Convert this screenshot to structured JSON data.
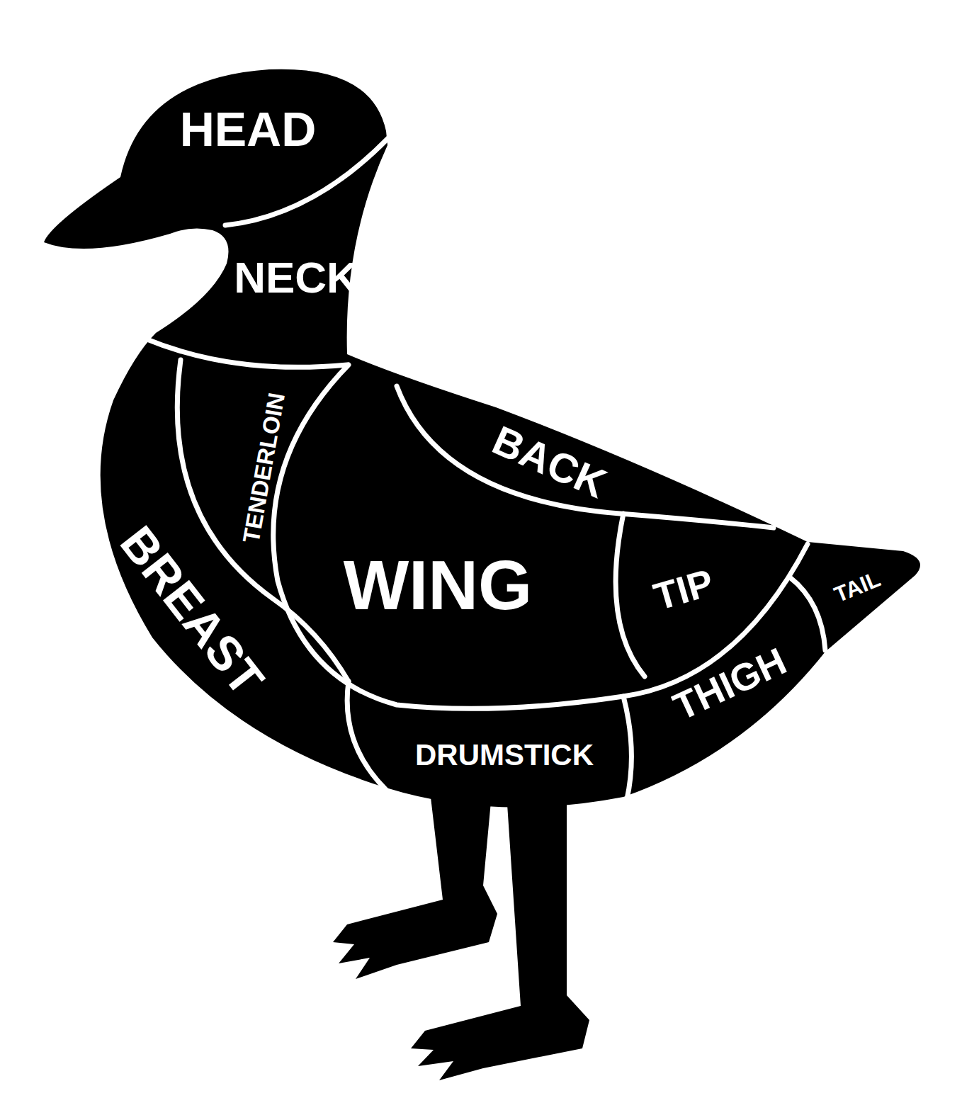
{
  "diagram": {
    "labels": [
      "HEAD",
      "NECK",
      "TENDERLOIN",
      "BACK",
      "WING",
      "BREAST",
      "TIP",
      "TAIL",
      "THIGH",
      "DRUMSTICK"
    ]
  }
}
